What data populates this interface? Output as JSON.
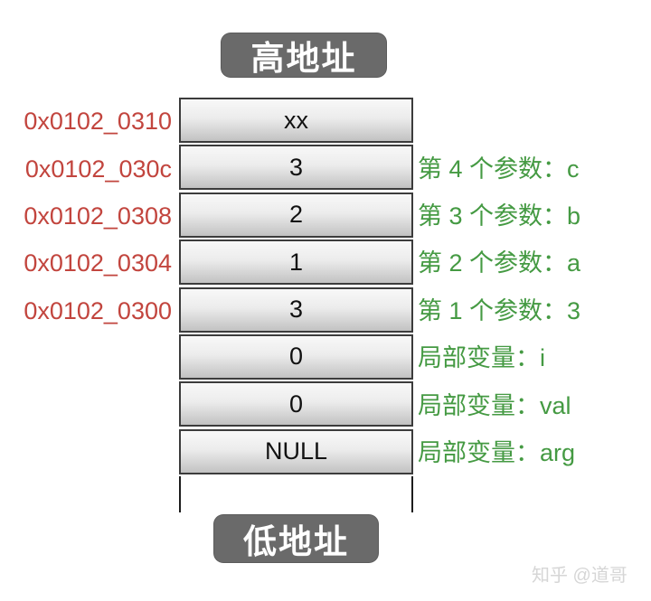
{
  "labels": {
    "high": "高地址",
    "low": "低地址"
  },
  "stack": {
    "cells": [
      "xx",
      "3",
      "2",
      "1",
      "3",
      "0",
      "0",
      "NULL"
    ]
  },
  "addresses": [
    "0x0102_0310",
    "0x0102_030c",
    "0x0102_0308",
    "0x0102_0304",
    "0x0102_0300"
  ],
  "annotations": [
    "第 4 个参数：c",
    "第 3 个参数：b",
    "第 2 个参数：a",
    "第 1 个参数：3",
    "局部变量：i",
    "局部变量：val",
    "局部变量：arg"
  ],
  "watermark": "知乎 @道哥",
  "colors": {
    "address_text": "#c2453e",
    "annotation_text": "#459a43",
    "label_background": "#6a6a6a",
    "label_text": "#ffffff",
    "cell_border": "#3c3c3c",
    "cell_gradient_top": "#f8f8f8",
    "cell_gradient_bottom": "#c2c2c2",
    "watermark_text": "#d6d6d6"
  }
}
